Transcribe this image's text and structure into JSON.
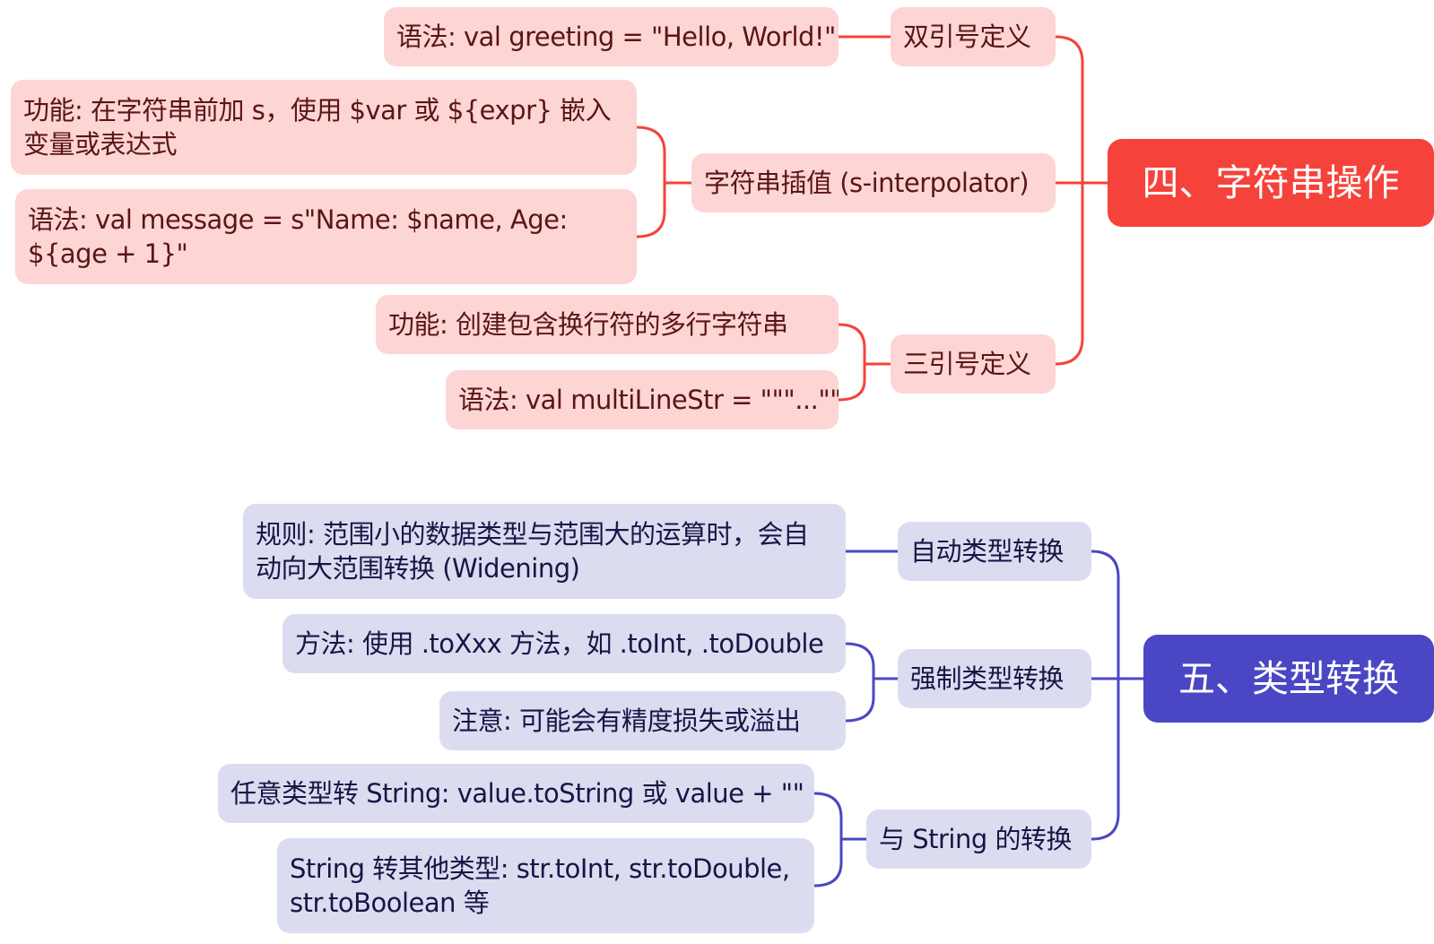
{
  "colors": {
    "red_branch": "#f5433b",
    "blue_branch": "#4b47c4",
    "red_node_bg": "#fdd5d4",
    "blue_node_bg": "#dcdcf1"
  },
  "string_ops": {
    "root": "四、字符串操作",
    "double_quote": {
      "label": "双引号定义",
      "syntax": "语法: val greeting = \"Hello, World!\""
    },
    "interpolation": {
      "label": "字符串插值 (s-interpolator)",
      "function": "功能: 在字符串前加 s，使用 $var 或 ${expr} 嵌入变量或表达式",
      "syntax": "语法: val message = s\"Name: $name, Age: ${age + 1}\""
    },
    "triple_quote": {
      "label": "三引号定义",
      "function": "功能: 创建包含换行符的多行字符串",
      "syntax": "语法: val multiLineStr = \"\"\"...\"\"\""
    }
  },
  "type_conversion": {
    "root": "五、类型转换",
    "auto": {
      "label": "自动类型转换",
      "rule": "规则: 范围小的数据类型与范围大的运算时，会自动向大范围转换 (Widening)"
    },
    "forced": {
      "label": "强制类型转换",
      "method": "方法: 使用 .toXxx 方法，如 .toInt, .toDouble",
      "note": "注意: 可能会有精度损失或溢出"
    },
    "string_conv": {
      "label": "与 String 的转换",
      "to_string": "任意类型转 String: value.toString 或 value + \"\"",
      "from_string": "String 转其他类型: str.toInt, str.toDouble, str.toBoolean 等"
    }
  }
}
